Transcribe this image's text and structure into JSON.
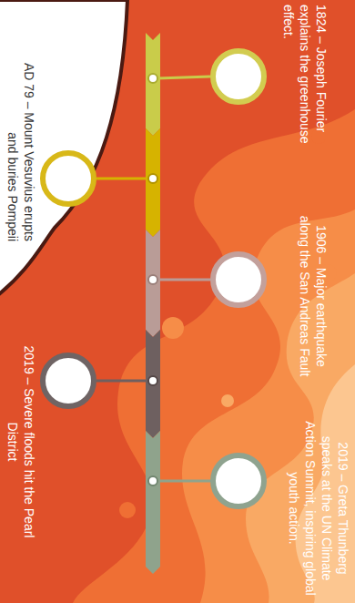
{
  "diagram": {
    "nodes": [
      {
        "text": [
          "1824 – Joseph Fourier explains the greenhouse effect."
        ]
      },
      {
        "text": [
          "AD 79 – Mount Vesuvius erupts and buries Pompeii"
        ]
      },
      {
        "text": [
          "1906 – Major earthquake along the San Andreas Fault"
        ]
      },
      {
        "text": [
          "2019 – Severe floods hit the Pearl District"
        ]
      },
      {
        "text": [
          "2019 – Greta Thunberg speaks at the UN Climate Action Summit, inspiring global youth action."
        ]
      }
    ]
  }
}
